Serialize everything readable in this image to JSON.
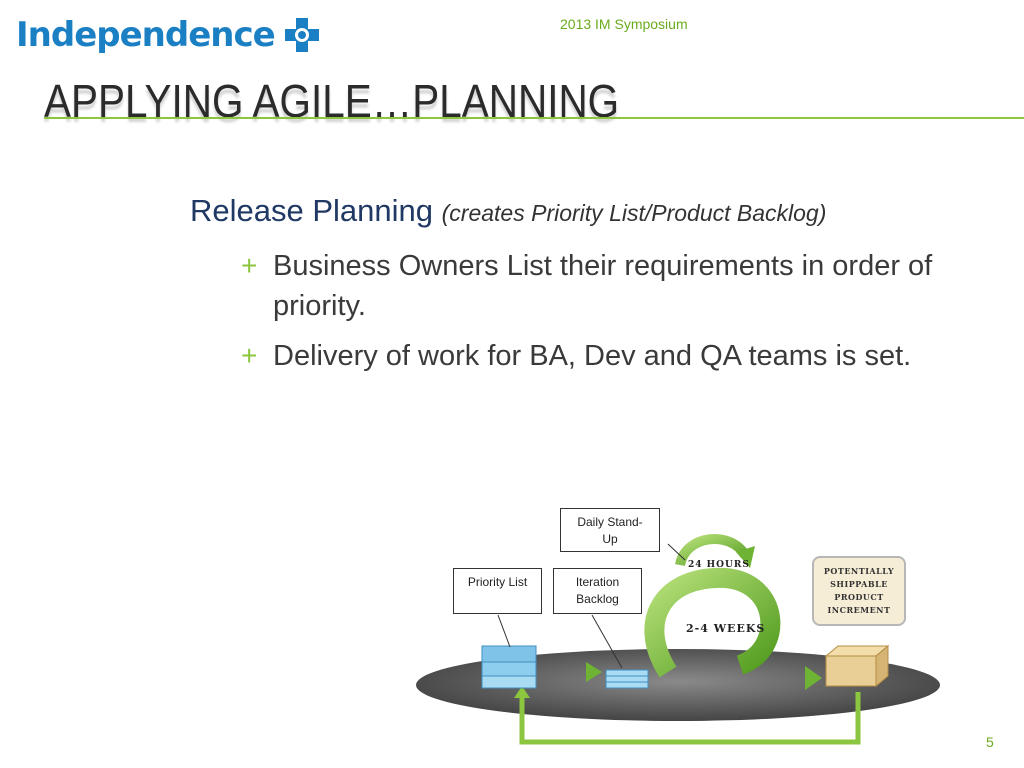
{
  "header": {
    "logo_text": "Independence",
    "symposium": "2013 IM Symposium"
  },
  "slide": {
    "title": "APPLYING AGILE…PLANNING",
    "heading": "Release Planning",
    "heading_sub": "(creates Priority List/Product Backlog)",
    "bullets": [
      "Business Owners List their requirements in order of priority.",
      "Delivery of work for BA, Dev and QA teams is set."
    ],
    "page_number": "5"
  },
  "diagram": {
    "daily_standup": "Daily Stand-Up",
    "priority_list": "Priority List",
    "iteration_backlog": "Iteration Backlog",
    "hours_label": "24 Hours",
    "weeks_label": "2-4 Weeks",
    "shippable": "Potentially Shippable Product Increment"
  },
  "colors": {
    "accent_green": "#8cc63f",
    "logo_blue": "#1b7fc4",
    "page_num_green": "#6aab1e"
  }
}
